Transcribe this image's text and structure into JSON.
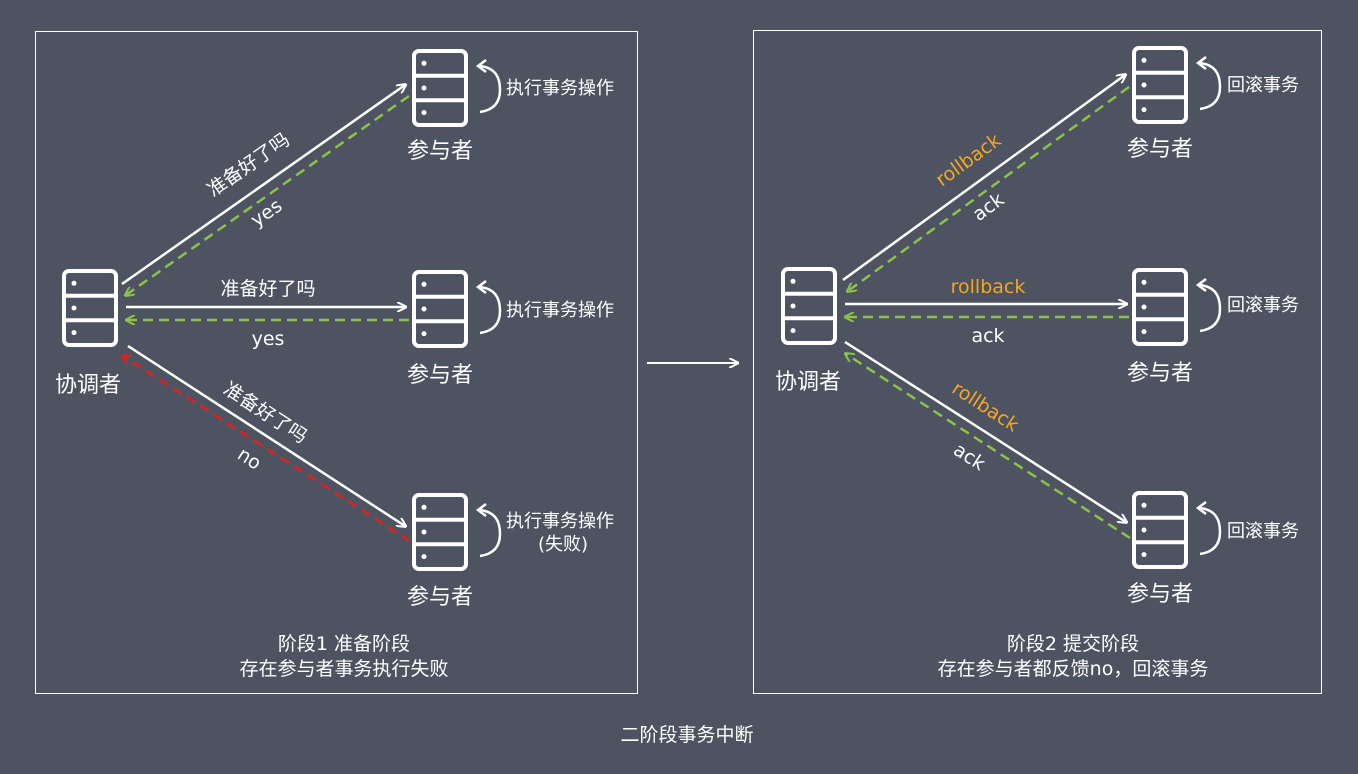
{
  "title": "二阶段事务中断",
  "colors": {
    "background": "#4e5361",
    "line": "#ffffff",
    "ack_dashed": "#8bc34a",
    "no_dashed": "#e02020",
    "rollback_text": "#f5a623"
  },
  "icons": {
    "server": "server-icon",
    "loop": "loop-arrow-icon"
  },
  "phase1": {
    "coordinator": "协调者",
    "participants": [
      {
        "name": "参与者",
        "action": "执行事务操作",
        "action_note": "",
        "request": "准备好了吗",
        "reply": "yes"
      },
      {
        "name": "参与者",
        "action": "执行事务操作",
        "action_note": "",
        "request": "准备好了吗",
        "reply": "yes"
      },
      {
        "name": "参与者",
        "action": "执行事务操作",
        "action_note": "(失败)",
        "request": "准备好了吗",
        "reply": "no"
      }
    ],
    "caption_line1": "阶段1 准备阶段",
    "caption_line2": "存在参与者事务执行失败"
  },
  "phase2": {
    "coordinator": "协调者",
    "participants": [
      {
        "name": "参与者",
        "action": "回滚事务",
        "request": "rollback",
        "reply": "ack"
      },
      {
        "name": "参与者",
        "action": "回滚事务",
        "request": "rollback",
        "reply": "ack"
      },
      {
        "name": "参与者",
        "action": "回滚事务",
        "request": "rollback",
        "reply": "ack"
      }
    ],
    "caption_line1": "阶段2 提交阶段",
    "caption_line2": "存在参与者都反馈no，回滚事务"
  }
}
